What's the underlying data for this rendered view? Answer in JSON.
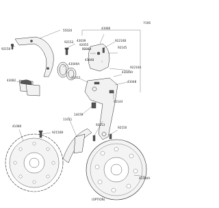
{
  "figure_code": "Y106",
  "parts": {
    "p55020": "55020",
    "p92150_top": "92150",
    "p92153_top": "92153",
    "p43080": "43080",
    "p43039": "43039",
    "p92210b": "92210B",
    "p92055": "92055",
    "p92145": "92145",
    "p92043": "92043",
    "p43048": "43048",
    "p43049a": "43049A",
    "p92210a": "92210A",
    "p43049a_b": "43049A",
    "p43082": "43082",
    "p11012": "11012",
    "p43048_b": "43048",
    "p92144": "92144",
    "p14079": "14079",
    "p11011": "11011",
    "p92153_mid": "92153",
    "p41080": "41080",
    "p92150b": "92150B",
    "p92150_low": "92150",
    "p41080a": "41080A",
    "option": "(OPTION)"
  }
}
